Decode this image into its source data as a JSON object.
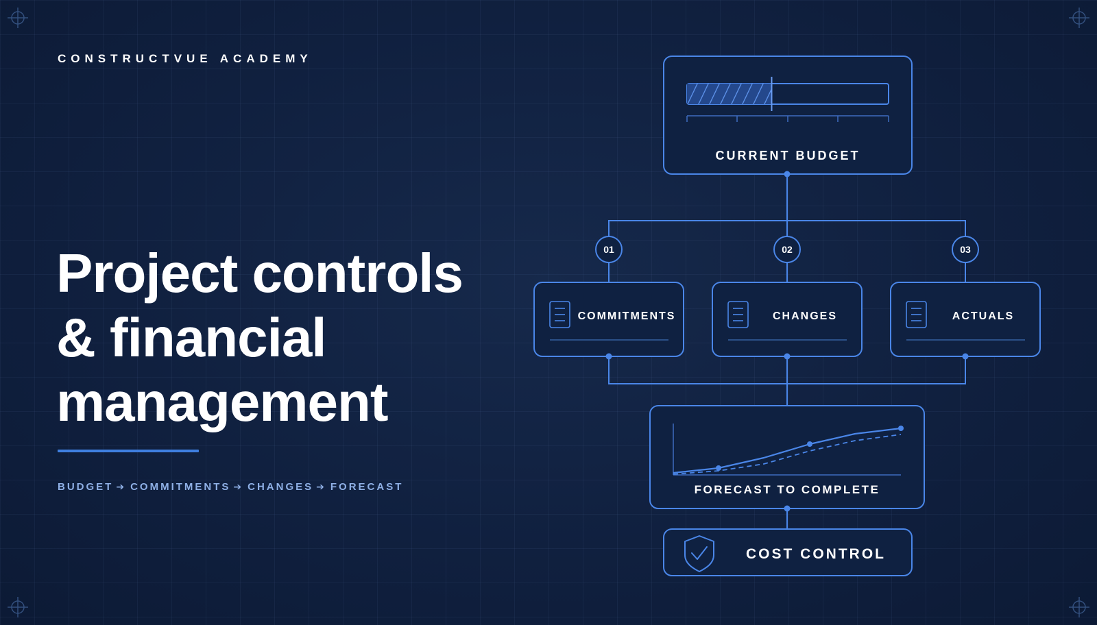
{
  "brand": "CONSTRUCTVUE ACADEMY",
  "title": {
    "line1": "Project controls",
    "line2": "& financial",
    "line3": "management"
  },
  "pipeline": {
    "steps": [
      "BUDGET",
      "COMMITMENTS",
      "CHANGES",
      "FORECAST"
    ],
    "separator": "➔"
  },
  "diagram": {
    "budget": {
      "label": "CURRENT BUDGET",
      "progress": 0.42
    },
    "branches": [
      {
        "number": "01",
        "label": "COMMITMENTS"
      },
      {
        "number": "02",
        "label": "CHANGES"
      },
      {
        "number": "03",
        "label": "ACTUALS"
      }
    ],
    "forecast": {
      "label": "FORECAST TO COMPLETE"
    },
    "control": {
      "label": "COST CONTROL"
    }
  },
  "icons": {
    "corners": "crosshair-icon",
    "branch": "document-icon",
    "control": "shield-check-icon"
  },
  "colors": {
    "background": "#10203f",
    "accent": "#4a86e8",
    "text": "#ffffff",
    "muted_text": "#8fb0e6"
  }
}
